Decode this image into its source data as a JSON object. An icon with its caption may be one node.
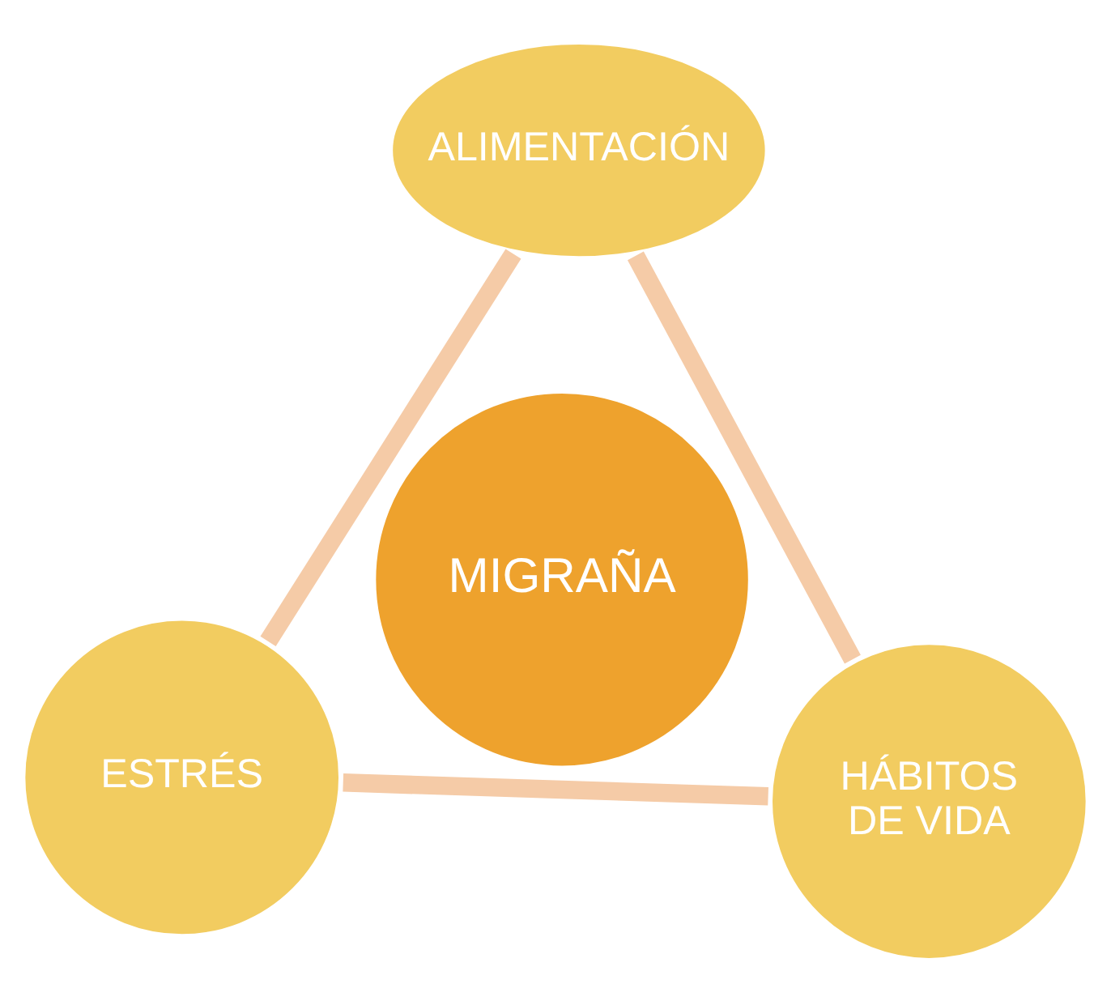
{
  "diagram": {
    "nodes": [
      {
        "text": [
          "ALIMENTACIÓN"
        ]
      },
      {
        "text": [
          "MIGRAÑA"
        ]
      },
      {
        "text": [
          "HÁBITOS DE VIDA"
        ]
      },
      {
        "text": [
          "ESTRÉS"
        ]
      }
    ],
    "edges": [
      {
        "from": 0,
        "to": 3,
        "arrow": "none"
      },
      {
        "from": 3,
        "to": 2,
        "arrow": "none"
      },
      {
        "from": 2,
        "to": 0,
        "arrow": "none"
      }
    ]
  }
}
